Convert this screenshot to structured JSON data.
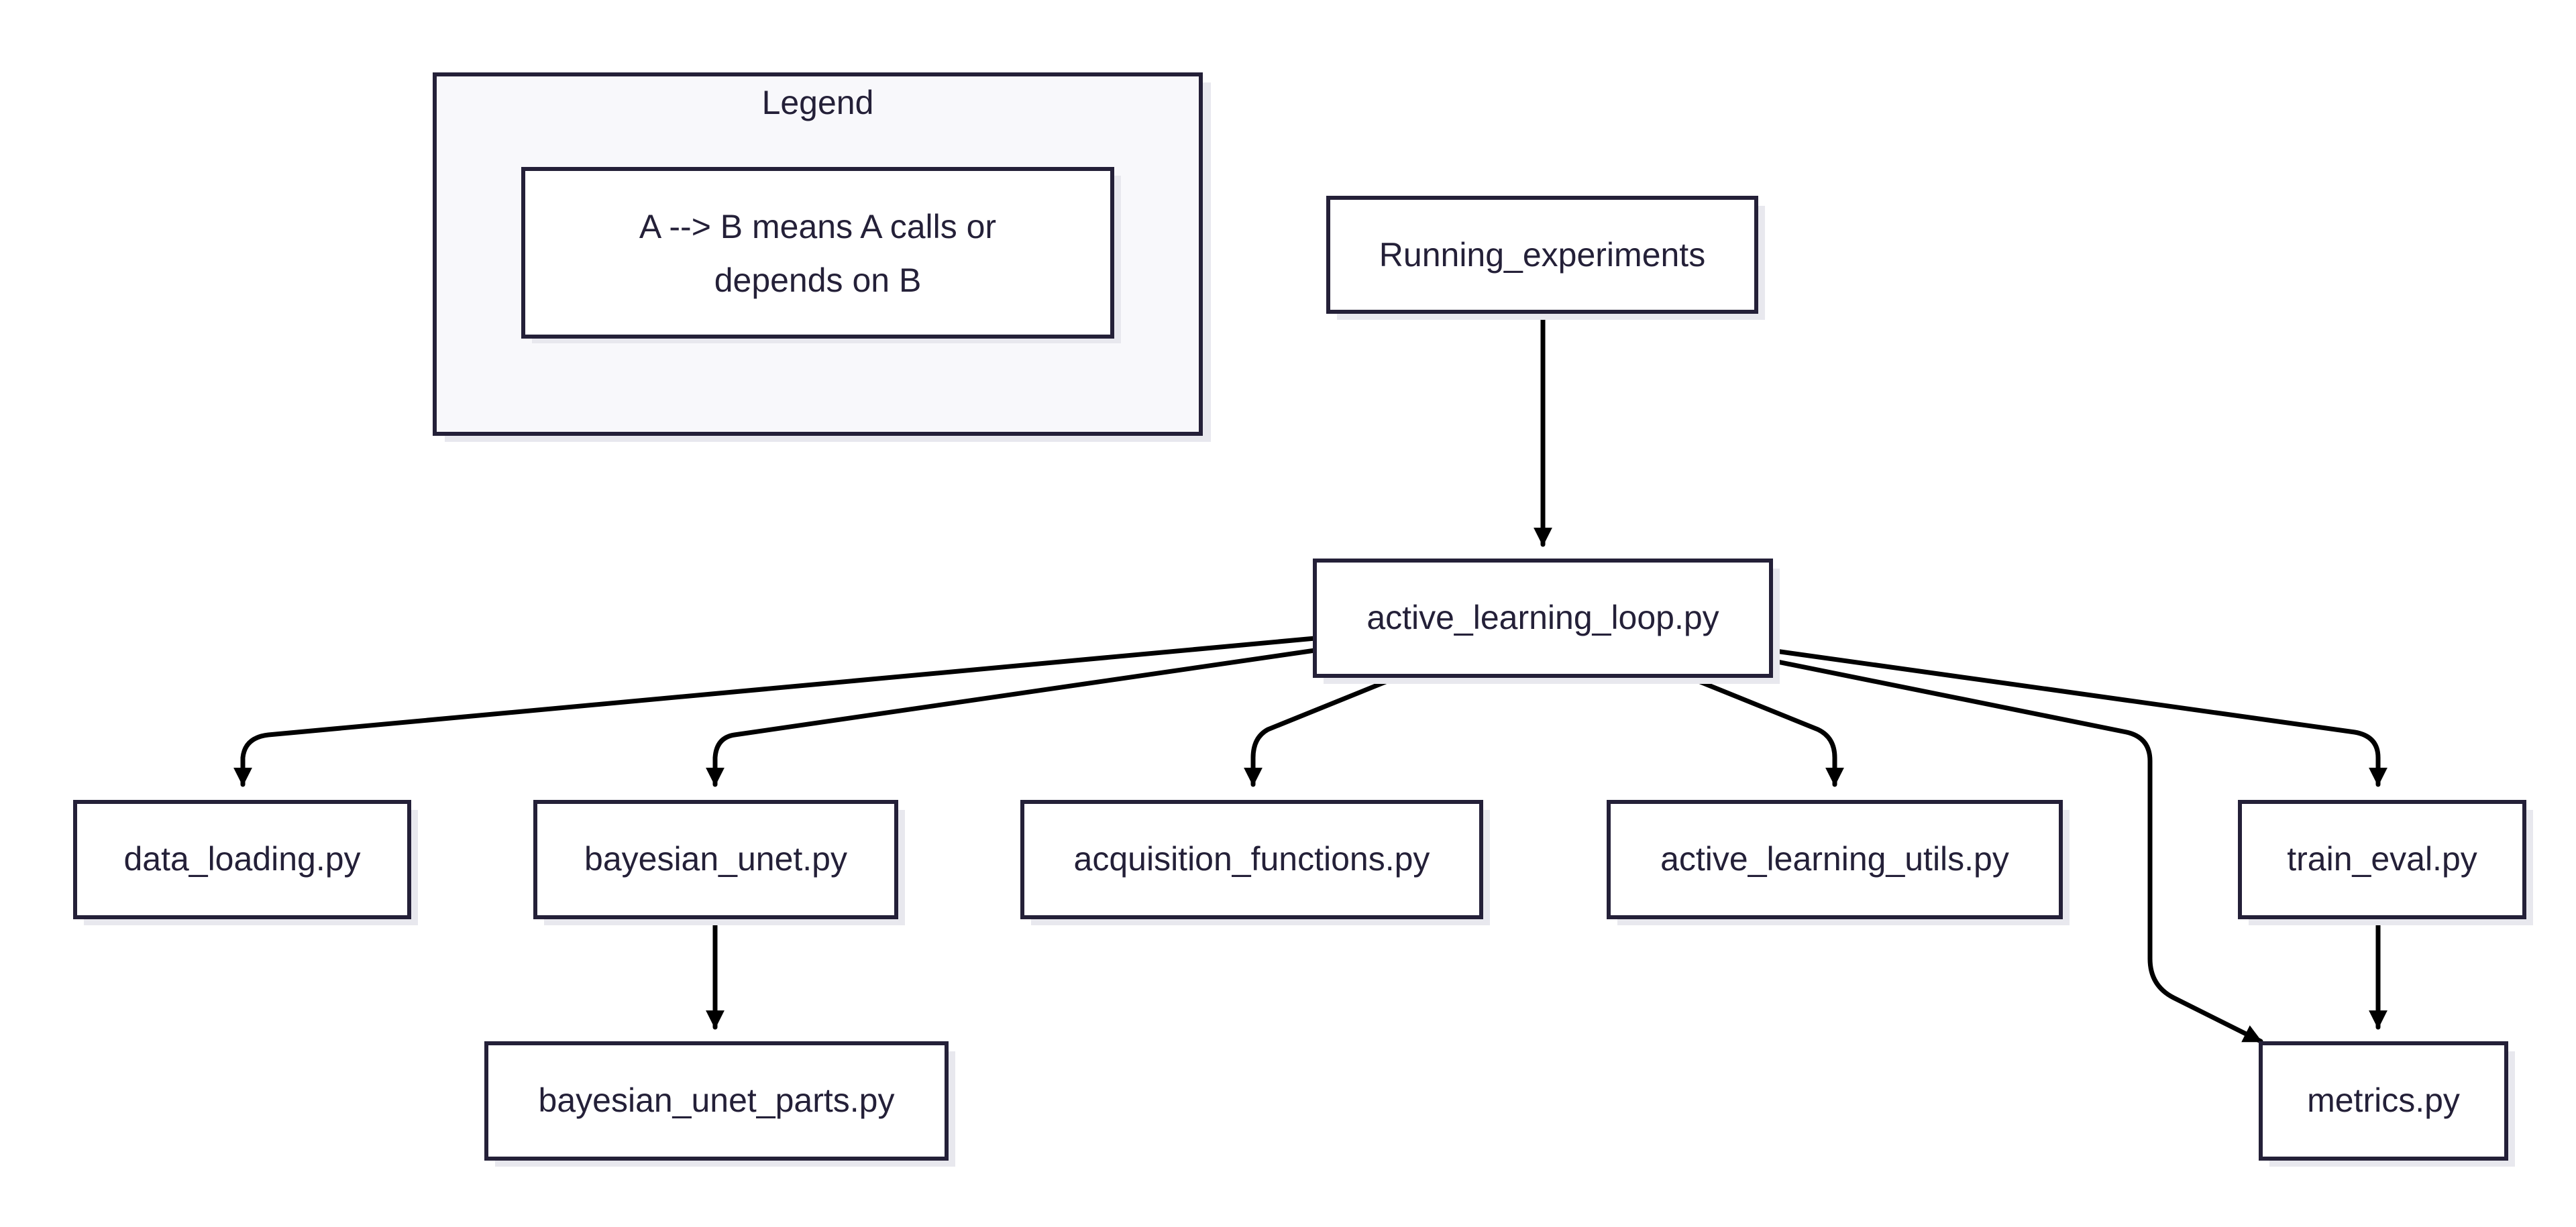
{
  "legend": {
    "title": "Legend",
    "note_line_1": "A --> B means A calls or",
    "note_line_2": "depends on B"
  },
  "nodes": {
    "running_experiments": "Running_experiments",
    "active_learning_loop": "active_learning_loop.py",
    "data_loading": "data_loading.py",
    "bayesian_unet": "bayesian_unet.py",
    "acquisition_functions": "acquisition_functions.py",
    "active_learning_utils": "active_learning_utils.py",
    "train_eval": "train_eval.py",
    "bayesian_unet_parts": "bayesian_unet_parts.py",
    "metrics": "metrics.py"
  },
  "edges": [
    {
      "from": "Running_experiments",
      "to": "active_learning_loop.py"
    },
    {
      "from": "active_learning_loop.py",
      "to": "data_loading.py"
    },
    {
      "from": "active_learning_loop.py",
      "to": "bayesian_unet.py"
    },
    {
      "from": "active_learning_loop.py",
      "to": "acquisition_functions.py"
    },
    {
      "from": "active_learning_loop.py",
      "to": "active_learning_utils.py"
    },
    {
      "from": "active_learning_loop.py",
      "to": "metrics.py"
    },
    {
      "from": "active_learning_loop.py",
      "to": "train_eval.py"
    },
    {
      "from": "bayesian_unet.py",
      "to": "bayesian_unet_parts.py"
    },
    {
      "from": "train_eval.py",
      "to": "metrics.py"
    }
  ],
  "colors": {
    "node_border": "#242038",
    "legend_background": "#f8f8fb",
    "edge": "#000000",
    "text": "#242038"
  }
}
